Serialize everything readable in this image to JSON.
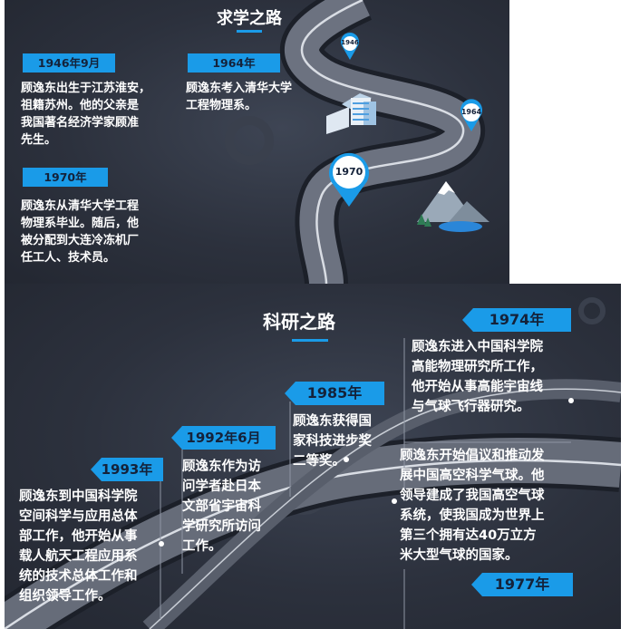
{
  "top": {
    "title": "求学之路",
    "events": [
      {
        "date": "1946年9月",
        "text": [
          "顾逸东出生于江苏淮安，",
          "祖籍苏州。他的父亲是",
          "我国著名经济学家顾准",
          "先生。"
        ]
      },
      {
        "date": "1964年",
        "text": [
          "顾逸东考入清华大学",
          "工程物理系。"
        ]
      },
      {
        "date": "1970年",
        "text": [
          "顾逸东从清华大学工程",
          "物理系毕业。随后，他",
          "被分配到大连冷冻机厂",
          "任工人、技术员。"
        ]
      }
    ],
    "pins": [
      "1946",
      "1964",
      "1970"
    ]
  },
  "bottom": {
    "title": "科研之路",
    "events": [
      {
        "date": "1974年",
        "text": [
          "顾逸东进入中国科学院",
          "高能物理研究所工作，",
          "他开始从事高能宇宙线",
          "与气球飞行器研究。"
        ]
      },
      {
        "date": "1985年",
        "text": [
          "顾逸东获得国",
          "家科技进步奖",
          "二等奖。"
        ]
      },
      {
        "date": "1992年6月",
        "text": [
          "顾逸东作为访",
          "问学者赴日本",
          "文部省宇宙科",
          "学研究所访问",
          "工作。"
        ]
      },
      {
        "date": "1993年",
        "text": [
          "顾逸东到中国科学院",
          "空间科学与应用总体",
          "部工作，他开始从事",
          "载人航天工程应用系",
          "统的技术总体工作和",
          "组织领导工作。"
        ]
      },
      {
        "date": "1977年",
        "text": [
          "顾逸东开始倡议和推动发",
          "展中国高空科学气球。他",
          "领导建成了我国高空气球",
          "系统，使我国成为世界上",
          "第三个拥有达40万立方",
          "米大型气球的国家。"
        ]
      }
    ]
  },
  "colors": {
    "accent": "#1a9be8",
    "background": "#2c313d",
    "text": "#ffffff"
  }
}
